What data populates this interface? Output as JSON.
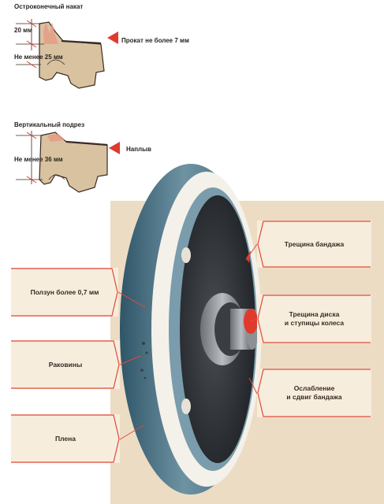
{
  "profile_top": {
    "title": "Остроконечный накат",
    "dim_top": "20 мм",
    "dim_bottom": "Не менее 25 мм",
    "marker_label": "Прокат не более 7 мм"
  },
  "profile_middle": {
    "title": "Вертикальный подрез",
    "dim": "Не менее 36 мм",
    "marker_label": "Наплыв"
  },
  "callouts_left": [
    {
      "label": "Ползун более 0,7 мм"
    },
    {
      "label": "Раковины"
    },
    {
      "label": "Плена"
    }
  ],
  "callouts_right": [
    {
      "line1": "Трещина бандажа",
      "line2": ""
    },
    {
      "line1": "Трещина диска",
      "line2": "и ступицы колеса"
    },
    {
      "line1": "Ослабление",
      "line2": "и сдвиг бандажа"
    }
  ],
  "colors": {
    "marker": "#e03a2c",
    "box_border": "#e04a3a",
    "profile_fill": "#d8c2a0",
    "panel": "#ecdcc4",
    "tire": "#4f7a8e",
    "wheel_dark": "#2c2f33"
  }
}
